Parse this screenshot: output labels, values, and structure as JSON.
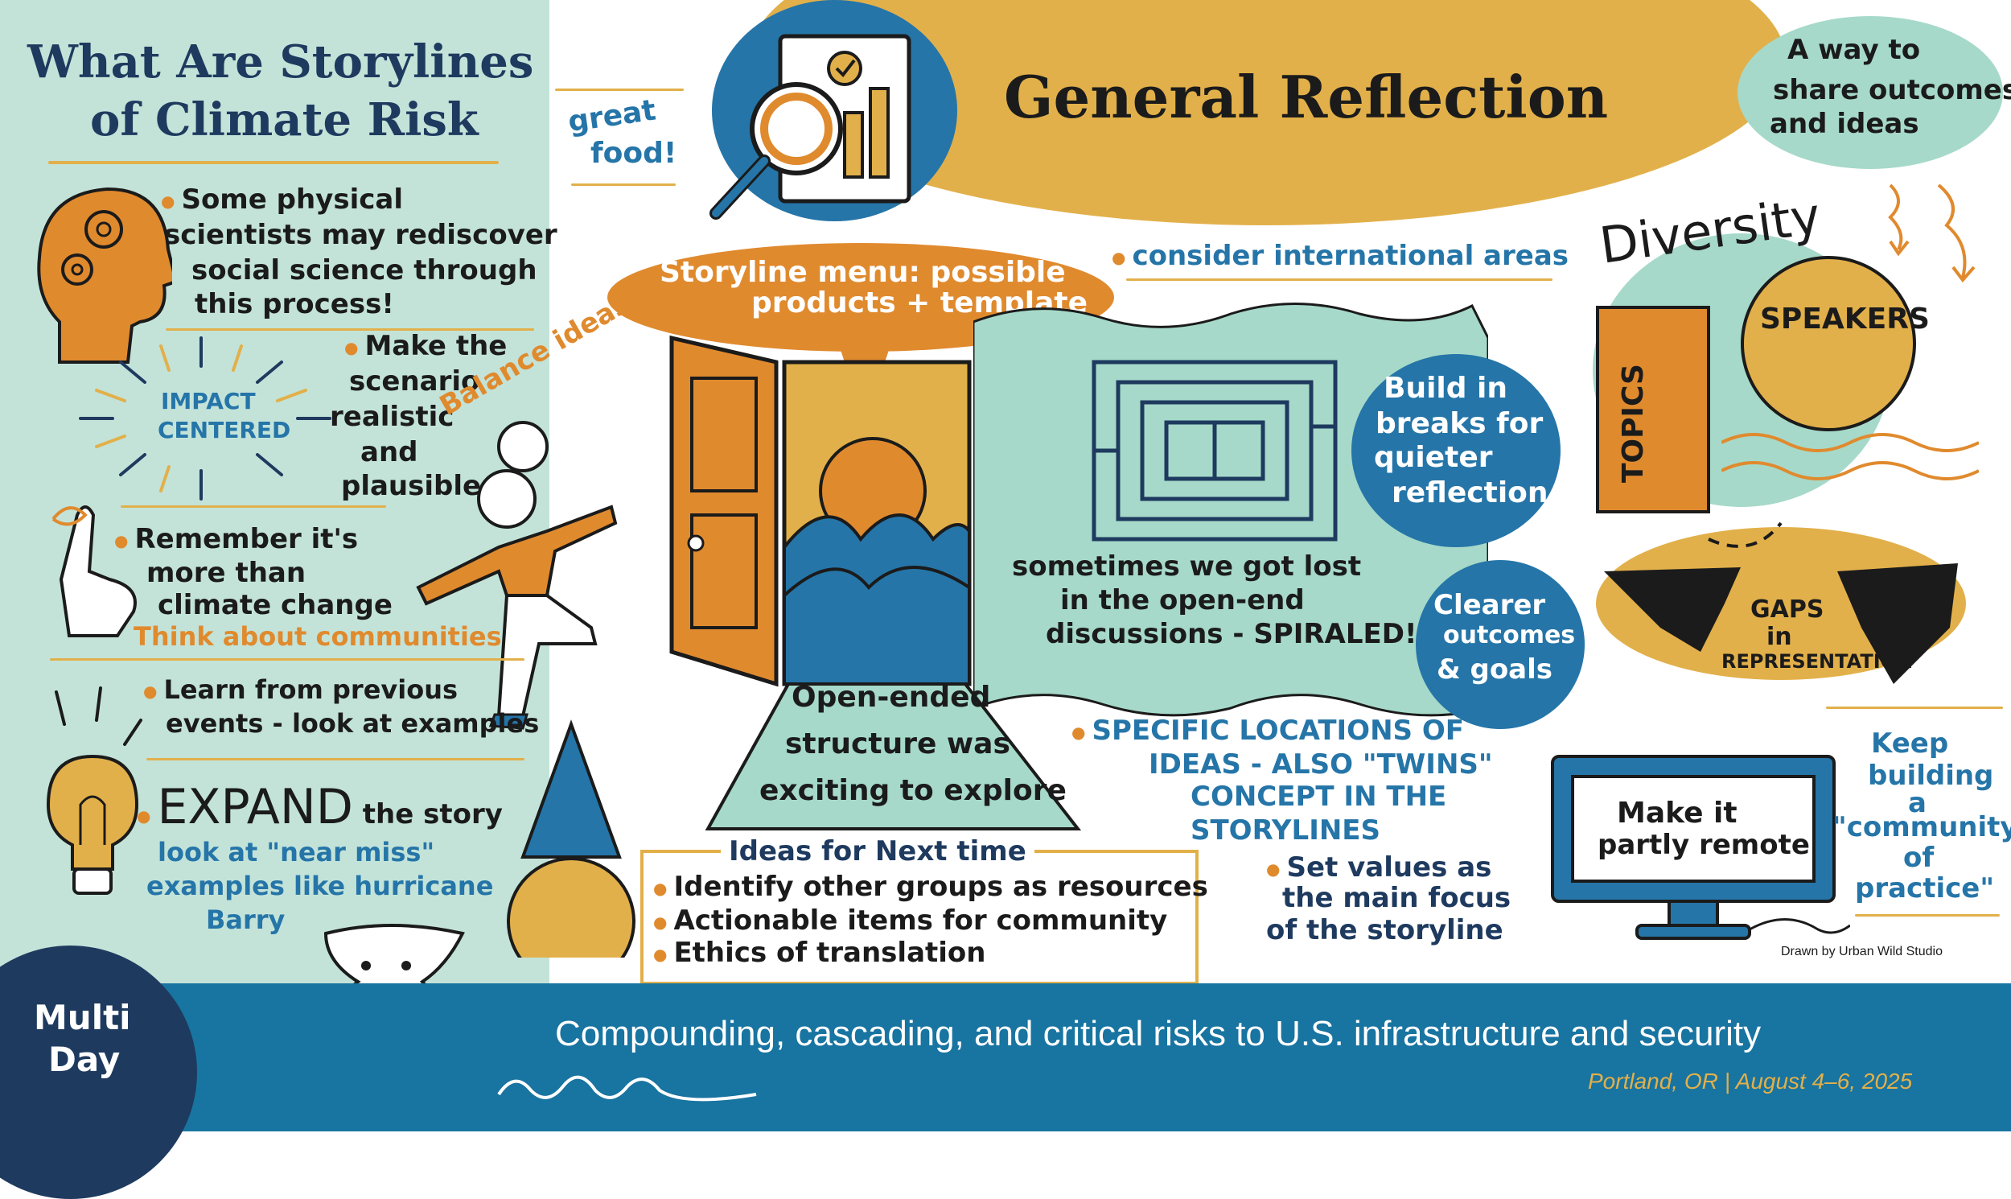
{
  "left_panel": {
    "title_line1": "What Are Storylines",
    "title_line2": "of Climate Risk",
    "note1": [
      "Some physical",
      "scientists may rediscover",
      "social science through",
      "this process!"
    ],
    "impact": [
      "IMPACT",
      "CENTERED"
    ],
    "note2": [
      "Make the",
      "scenario",
      "realistic",
      "and",
      "plausible"
    ],
    "balance": "Balance ideas",
    "note3": [
      "Remember it's",
      "more than",
      "climate change"
    ],
    "note3_sub": "Think about communities",
    "note4": [
      "Learn from previous",
      "events - look at examples"
    ],
    "expand_big": "EXPAND",
    "expand_rest": "the story",
    "expand_sub": [
      "look at \"near miss\"",
      "examples like hurricane",
      "Barry"
    ]
  },
  "center": {
    "great_food": [
      "great",
      "food!"
    ],
    "header_title": "General Reflection",
    "storyline_menu": [
      "Storyline menu: possible",
      "products + template"
    ],
    "international": "consider international areas",
    "open_ended": [
      "Open-ended",
      "structure was",
      "exciting to explore"
    ],
    "lost": [
      "sometimes we got lost",
      "in the open-end",
      "discussions -"
    ],
    "spiraled": "SPIRALED!",
    "breaks": [
      "Build in",
      "breaks for",
      "quieter",
      "reflection"
    ],
    "clearer": [
      "Clearer",
      "outcomes",
      "& goals"
    ],
    "specific": [
      "SPECIFIC LOCATIONS OF",
      "IDEAS - ALSO \"TWINS\"",
      "CONCEPT IN THE",
      "STORYLINES"
    ],
    "set_values": [
      "Set values as",
      "the main focus",
      "of the storyline"
    ],
    "ideas_title": "Ideas for Next time",
    "ideas_items": [
      "Identify other groups as resources",
      "Actionable items for community",
      "Ethics of translation"
    ]
  },
  "right": {
    "share": [
      "A way to",
      "share outcomes",
      "and ideas"
    ],
    "diversity": "Diversity",
    "topics": "TOPICS",
    "speakers": "SPEAKERS",
    "gaps": [
      "GAPS",
      "in"
    ],
    "representation": "REPRESENTATION",
    "remote": [
      "Make it",
      "partly remote"
    ],
    "keep": [
      "Keep",
      "building",
      "a",
      "\"community",
      "of",
      "practice\""
    ],
    "credit": "Drawn by Urban Wild Studio"
  },
  "footer": {
    "badge": [
      "Multi",
      "Day"
    ],
    "title": "Compounding, cascading, and critical risks to U.S. infrastructure and security",
    "subtitle": "Portland, OR | August 4–6, 2025"
  },
  "colors": {
    "mint": "#c3e3d9",
    "navy": "#1e3a5f",
    "blue": "#2575a8",
    "orange": "#e08a2e",
    "gold": "#e2b04a",
    "teal_footer": "#1874a0",
    "dark_badge": "#1e3a5f"
  }
}
